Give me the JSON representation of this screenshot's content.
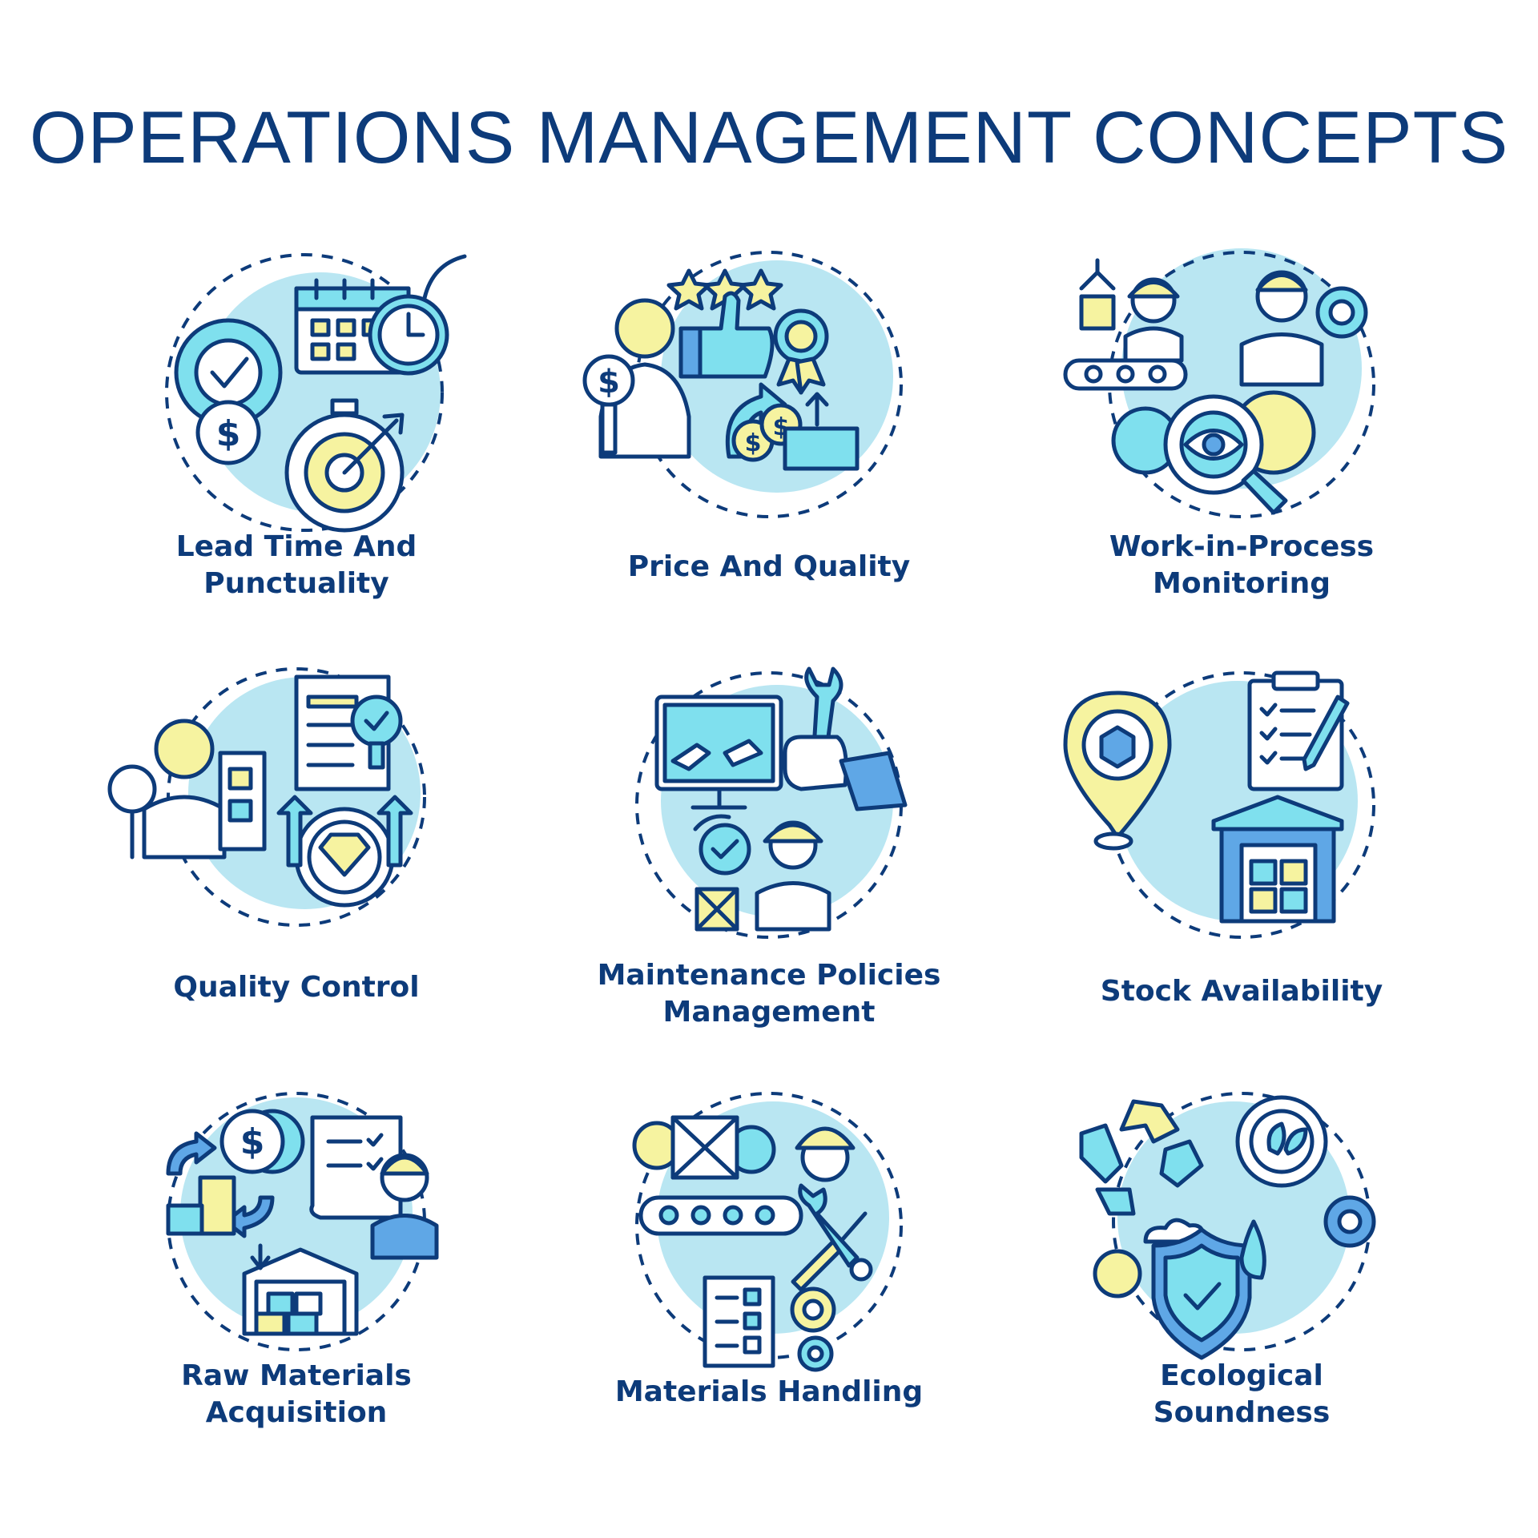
{
  "title": "OPERATIONS MANAGEMENT CONCEPTS",
  "colors": {
    "navy": "#0d3b7a",
    "light_blue": "#b9e6f2",
    "cyan": "#7fe0ee",
    "yellow": "#f6f3a0",
    "mid_blue": "#5fa7e6"
  },
  "concepts": [
    {
      "lines": [
        "Lead Time And",
        "Punctuality"
      ],
      "icon": "gear-calendar-stopwatch-target-icon"
    },
    {
      "lines": [
        "Price And Quality"
      ],
      "icon": "magnifier-thumbs-up-award-money-icon"
    },
    {
      "lines": [
        "Work-in-Process",
        "Monitoring"
      ],
      "icon": "conveyor-workers-gear-eye-icon"
    },
    {
      "lines": [
        "Quality Control"
      ],
      "icon": "inspector-document-diamond-gear-icon"
    },
    {
      "lines": [
        "Maintenance Policies",
        "Management"
      ],
      "icon": "monitor-wrench-worker-icon"
    },
    {
      "lines": [
        "Stock Availability"
      ],
      "icon": "location-pin-clipboard-warehouse-icon"
    },
    {
      "lines": [
        "Raw Materials",
        "Acquisition"
      ],
      "icon": "coin-exchange-list-warehouse-icon"
    },
    {
      "lines": [
        "Materials Handling"
      ],
      "icon": "crate-conveyor-tools-checklist-icon"
    },
    {
      "lines": [
        "Ecological",
        "Soundness"
      ],
      "icon": "recycle-leaf-gear-shield-icon"
    }
  ]
}
